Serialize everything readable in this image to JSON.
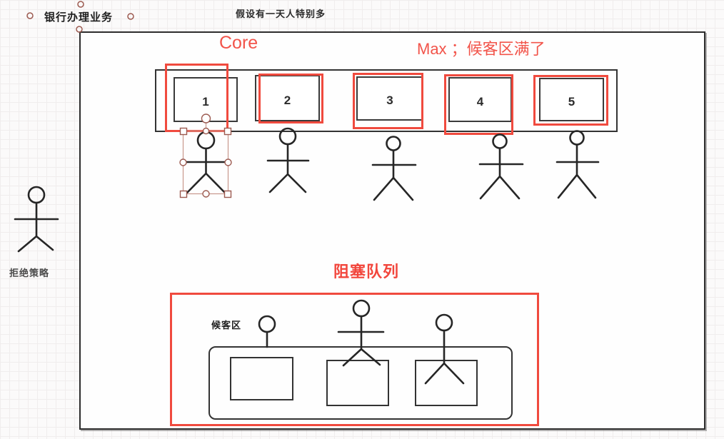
{
  "page": {
    "title": "银行办理业务",
    "subtitle": "假设有一天人特别多"
  },
  "diagram": {
    "core_label": "Core",
    "max_label": "Max ；候客区满了",
    "blocking_queue_label": "阻塞队列",
    "waiting_area_label": "候客区",
    "rejection_policy_label": "拒绝策略",
    "desks": [
      {
        "number": "1"
      },
      {
        "number": "2"
      },
      {
        "number": "3"
      },
      {
        "number": "4"
      },
      {
        "number": "5"
      }
    ]
  },
  "colors": {
    "accent_red": "#f04a3e",
    "stroke_dark": "#2d2d2d",
    "selection_handle": "#9c5a50",
    "canvas_grid": "#f0eded"
  }
}
